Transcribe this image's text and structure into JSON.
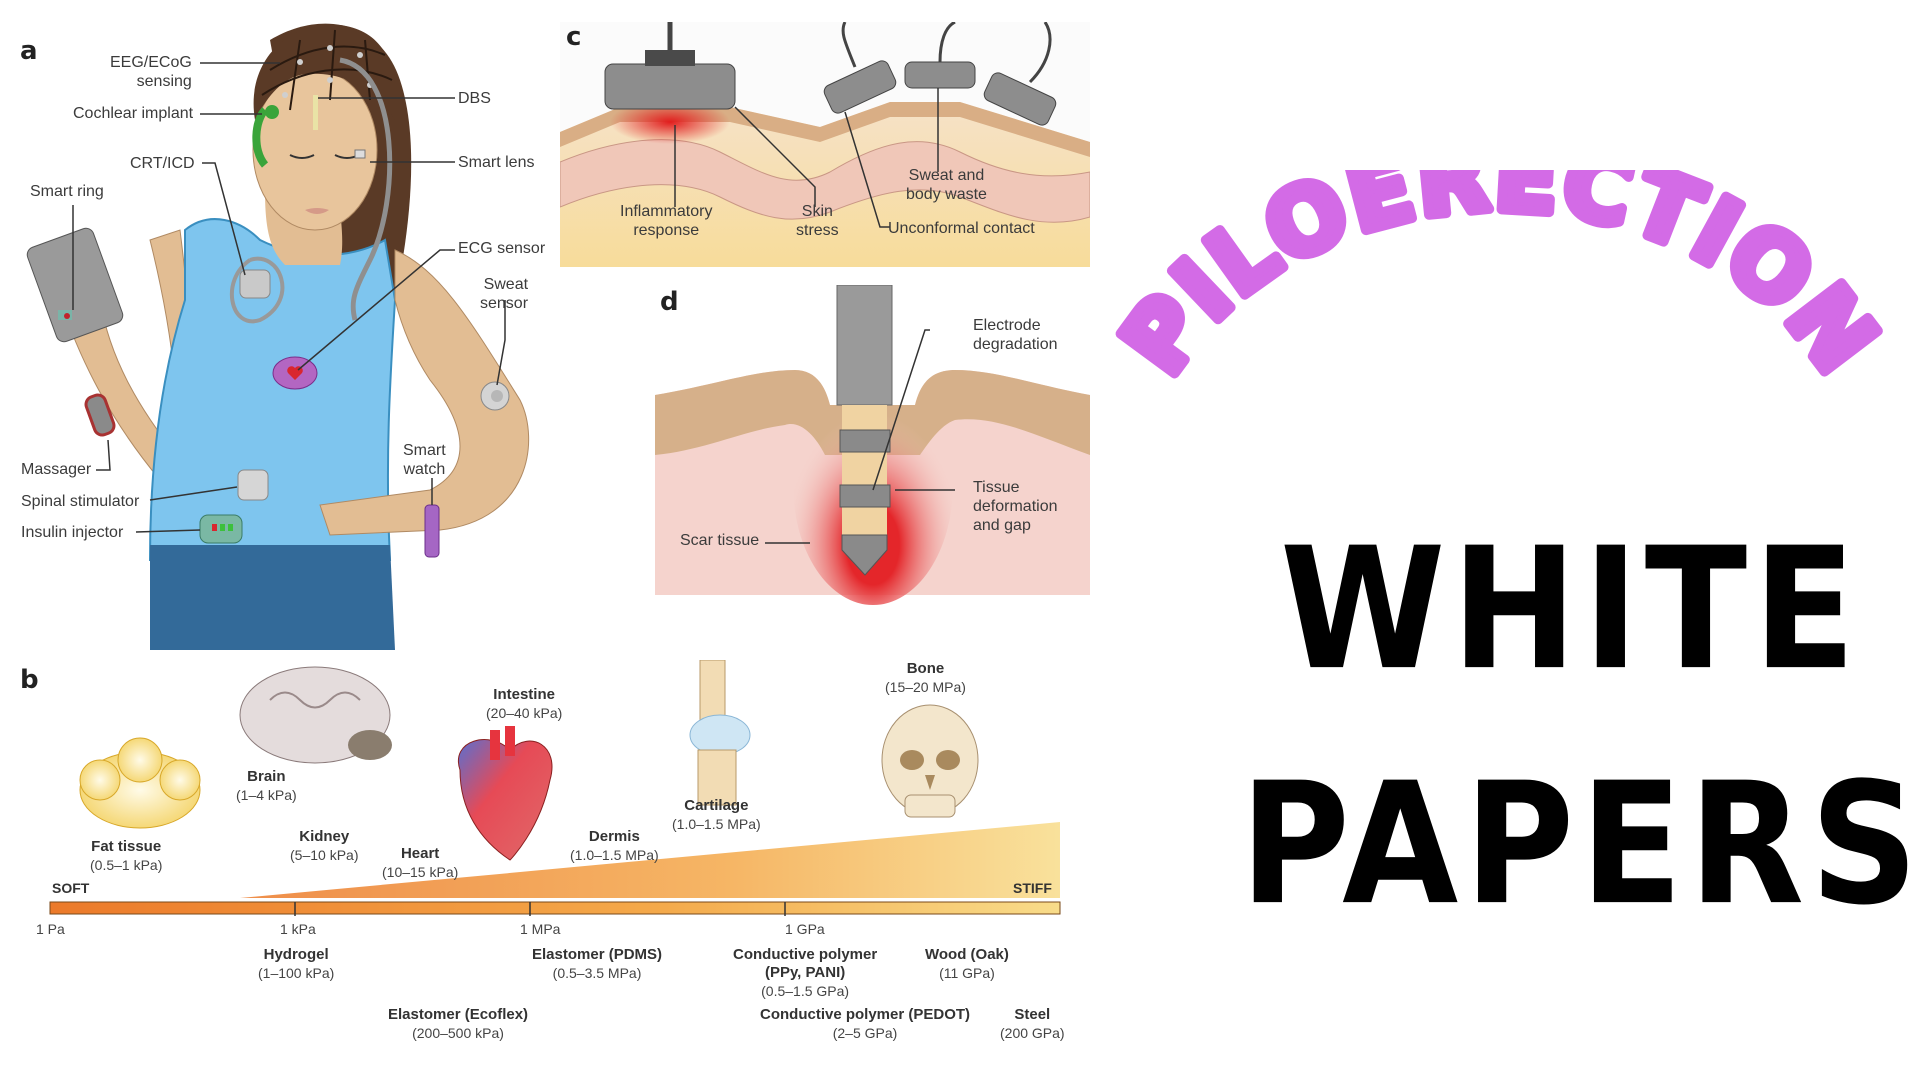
{
  "panel_a": {
    "letter": "a",
    "labels": {
      "eeg": [
        "EEG/ECoG",
        "sensing"
      ],
      "cochlear": "Cochlear implant",
      "dbs": "DBS",
      "crt": "CRT/ICD",
      "smart_lens": "Smart lens",
      "smart_ring": "Smart ring",
      "ecg": "ECG sensor",
      "sweat": [
        "Sweat",
        "sensor"
      ],
      "massager": "Massager",
      "smart_watch": [
        "Smart",
        "watch"
      ],
      "spinal": "Spinal stimulator",
      "insulin": "Insulin injector"
    }
  },
  "panel_c": {
    "letter": "c",
    "labels": {
      "inflammatory": [
        "Inflammatory",
        "response"
      ],
      "skin_stress": [
        "Skin",
        "stress"
      ],
      "sweat_waste": [
        "Sweat and",
        "body waste"
      ],
      "unconformal": "Unconformal contact"
    }
  },
  "panel_d": {
    "letter": "d",
    "labels": {
      "electrode": [
        "Electrode",
        "degradation"
      ],
      "tissue": [
        "Tissue",
        "deformation",
        "and gap"
      ],
      "scar": "Scar tissue"
    }
  },
  "panel_b": {
    "letter": "b",
    "soft_label": "SOFT",
    "stiff_label": "STIFF",
    "scale_ticks": [
      "1 Pa",
      "1 kPa",
      "1 MPa",
      "1 GPa"
    ],
    "tissues": [
      {
        "name": "Fat tissue",
        "value": "(0.5–1 kPa)"
      },
      {
        "name": "Brain",
        "value": "(1–4 kPa)"
      },
      {
        "name": "Kidney",
        "value": "(5–10 kPa)"
      },
      {
        "name": "Heart",
        "value": "(10–15 kPa)"
      },
      {
        "name": "Intestine",
        "value": "(20–40 kPa)"
      },
      {
        "name": "Dermis",
        "value": "(1.0–1.5 MPa)"
      },
      {
        "name": "Cartilage",
        "value": "(1.0–1.5 MPa)"
      },
      {
        "name": "Bone",
        "value": "(15–20 MPa)"
      }
    ],
    "materials": [
      {
        "name": "Hydrogel",
        "value": "(1–100 kPa)"
      },
      {
        "name": "Elastomer (Ecoflex)",
        "value": "(200–500 kPa)"
      },
      {
        "name": "Elastomer (PDMS)",
        "value": "(0.5–3.5 MPa)"
      },
      {
        "name": "Conductive polymer",
        "name2": "(PPy, PANI)",
        "value": "(0.5–1.5 GPa)"
      },
      {
        "name": "Conductive polymer (PEDOT)",
        "value": "(2–5 GPa)"
      },
      {
        "name": "Wood (Oak)",
        "value": "(11 GPa)"
      },
      {
        "name": "Steel",
        "value": "(200 GPa)"
      }
    ]
  },
  "title": {
    "arc_text": "PILOERECTION",
    "line1": "WHITE",
    "line2": "PAPERS",
    "arc_color": "#d36be6",
    "text_color": "#000000"
  }
}
